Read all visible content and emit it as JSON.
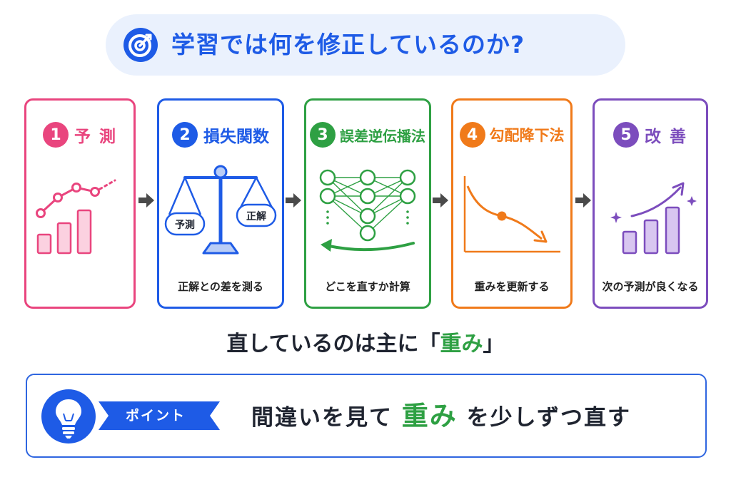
{
  "header": {
    "title": "学習では何を修正しているのか?",
    "icon": "target-icon"
  },
  "steps": [
    {
      "number": "1",
      "title": "予 測",
      "caption": "",
      "color": "#e9457e",
      "icon": "line-bar-chart-icon"
    },
    {
      "number": "2",
      "title": "損失関数",
      "caption": "正解との差を測る",
      "color": "#1e5be6",
      "icon": "balance-scale-icon",
      "labels": {
        "left": "予測",
        "right": "正解"
      }
    },
    {
      "number": "3",
      "title": "誤差逆伝播法",
      "caption": "どこを直すか計算",
      "color": "#2ea043",
      "icon": "neural-network-icon"
    },
    {
      "number": "4",
      "title": "勾配降下法",
      "caption": "重みを更新する",
      "color": "#f07a1a",
      "icon": "descent-curve-icon"
    },
    {
      "number": "5",
      "title": "改 善",
      "caption": "次の予測が良くなる",
      "color": "#7c4dbd",
      "icon": "rising-bar-chart-icon"
    }
  ],
  "summary": {
    "prefix": "直しているのは主に「",
    "highlight": "重み",
    "suffix": "」"
  },
  "point": {
    "tag": "ポイント",
    "prefix": "間違いを見て",
    "highlight": "重み",
    "suffix": "を少しずつ直す",
    "icon": "lightbulb-icon"
  },
  "colors": {
    "accent_blue": "#1e5be6",
    "highlight_green": "#2ea043",
    "arrow_gray": "#4a4a4a"
  }
}
